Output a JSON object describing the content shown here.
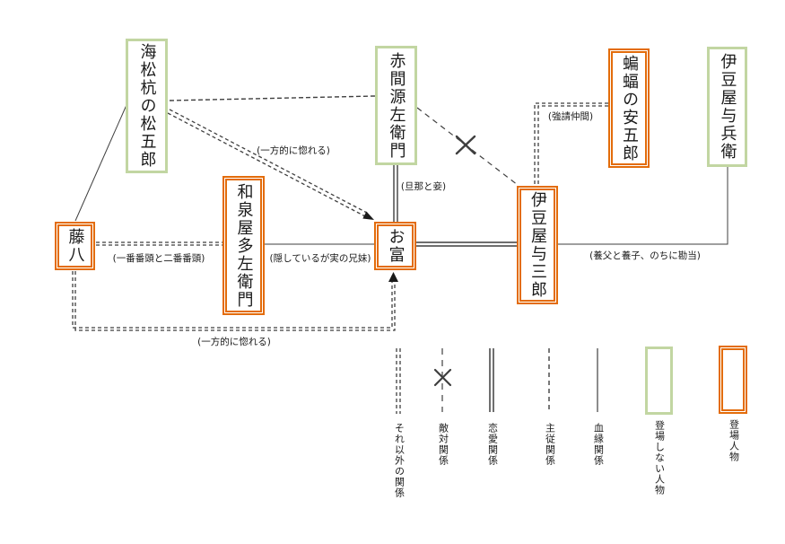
{
  "diagram_type": "character-relationship-chart",
  "characters": {
    "matsugoro": {
      "name": "海松杭の松五郎",
      "appears": false
    },
    "genzaemon": {
      "name": "赤間源左衛門",
      "appears": false
    },
    "yasugoro": {
      "name": "蝙蝠の安五郎",
      "appears": true
    },
    "yohei": {
      "name": "伊豆屋与兵衛",
      "appears": false
    },
    "tohachi": {
      "name": "藤八",
      "appears": true
    },
    "tazaemon": {
      "name": "和泉屋多左衛門",
      "appears": true
    },
    "otomi": {
      "name": "お富",
      "appears": true
    },
    "yosaburo": {
      "name": "伊豆屋与三郎",
      "appears": true
    }
  },
  "relation_labels": {
    "matsugoro_otomi": "(一方的に惚れる)",
    "genzaemon_otomi": "(旦那と妾)",
    "yasugoro_yosaburo": "(強請仲間)",
    "tohachi_tazaemon": "(一番番頭と二番番頭)",
    "tazaemon_otomi": "(隠しているが実の兄妹)",
    "yosaburo_yohei": "(養父と養子、のちに勘当)",
    "tohachi_otomi": "(一方的に惚れる)"
  },
  "legend": {
    "other": "それ以外の関係",
    "hostile": "敵対関係",
    "romance": "恋愛関係",
    "master_servant": "主従関係",
    "blood": "血縁関係",
    "not_appearing": "登場しない人物",
    "appearing": "登場人物"
  },
  "colors": {
    "appearing_box_border": "#e36c0a",
    "not_appearing_box_border": "#c2d6a2",
    "line": "#3f3f3f",
    "background": "#ffffff"
  }
}
